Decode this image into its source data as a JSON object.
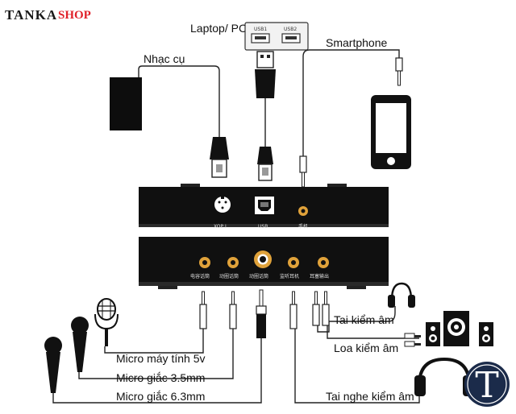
{
  "brand": {
    "name": "TANKA",
    "suffix": "SHOP",
    "colors": {
      "primary": "#1a1a1a",
      "accent": "#e0212a"
    }
  },
  "top_labels": {
    "laptop": "Laptop/ PC",
    "instrument": "Nhạc cụ",
    "smartphone": "Smartphone"
  },
  "usb_hub": {
    "port1": "USB1",
    "port2": "USB2"
  },
  "top_panel_ports": {
    "xlr": "XOP I",
    "usb": "USB",
    "phone": "手机"
  },
  "bottom_panel_ports": [
    "电容话筒",
    "动圈话筒",
    "动圈话筒",
    "监听耳机",
    "耳塞输出"
  ],
  "outputs": {
    "headphones": "Tai kiểm âm",
    "speakers": "Loa kiểm âm",
    "studio_headphones": "Tai nghe kiểm âm"
  },
  "microphones": {
    "pc_mic": "Micro máy tính 5v",
    "mic_35": "Micro giắc 3.5mm",
    "mic_63": "Micro giắc 6.3mm"
  },
  "logo_letter": "T"
}
